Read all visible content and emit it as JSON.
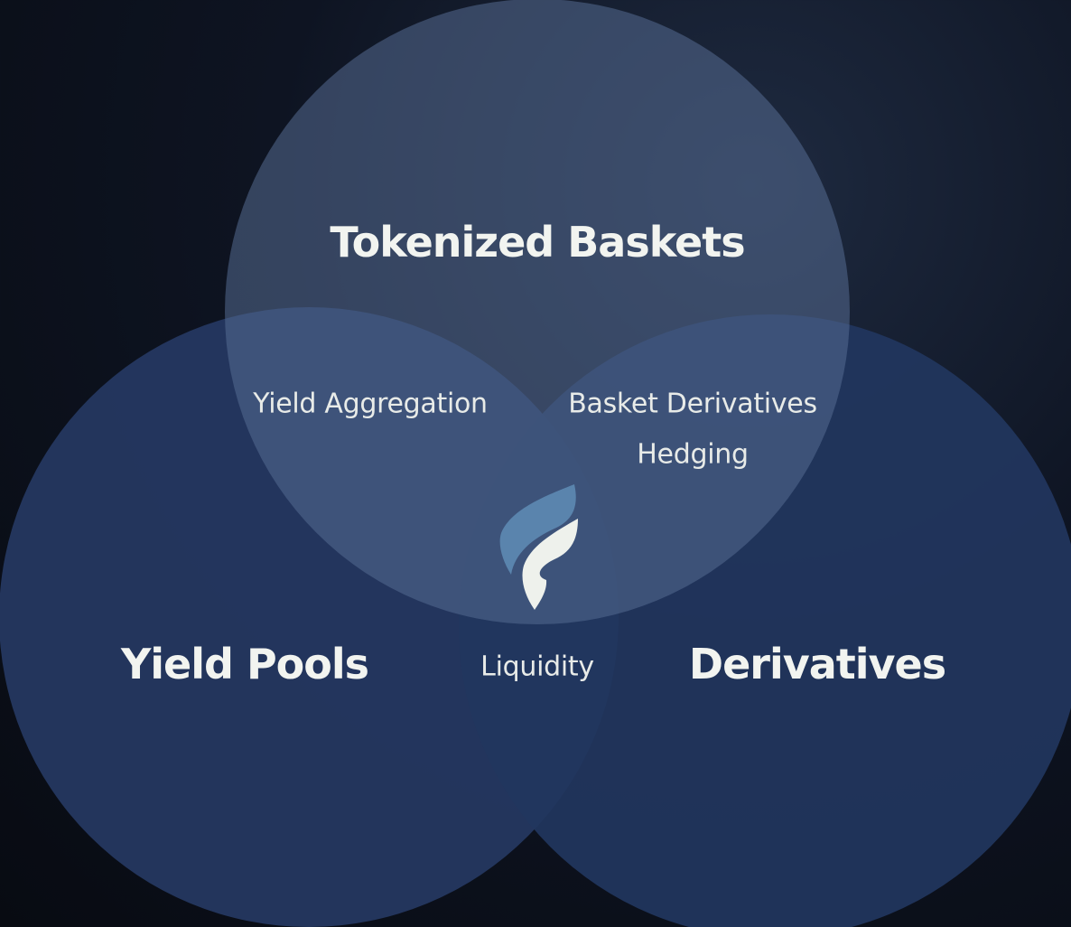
{
  "diagram": {
    "sets": {
      "top": "Tokenized Baskets",
      "left": "Yield Pools",
      "right": "Derivatives"
    },
    "intersections": {
      "top_left": "Yield Aggregation",
      "top_right_line1": "Basket Derivatives",
      "top_right_line2": "Hedging",
      "left_right": "Liquidity"
    },
    "logo": {
      "name": "f-logo",
      "colors": {
        "accent": "#5a84ad",
        "light": "#eef1ec"
      }
    },
    "colors": {
      "circle_top": "#3e5276",
      "circle_left": "#24375f",
      "circle_right": "#22365e",
      "background": "#0a0e16"
    }
  }
}
